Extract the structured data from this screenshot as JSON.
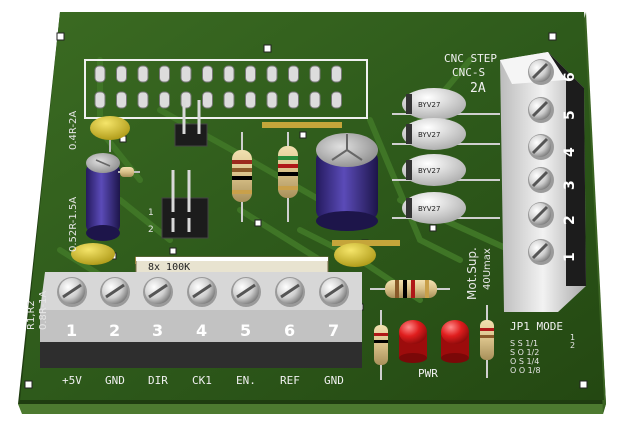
{
  "board": {
    "title_line1": "CNC STEP",
    "title_line2": "CNC-S",
    "current_label": "2A",
    "sense_labels": [
      "0.4R-2A",
      "0.52R-1.5A"
    ],
    "r_labels": [
      "R1,R2",
      "0.8R-1A"
    ],
    "resistor_pack_label": "8x 100K",
    "jumper_pins": [
      "1",
      "2"
    ],
    "motor_supply_label": "Mot.Sup.",
    "motor_voltage_label": "40Umax",
    "pwr_label": "PWR",
    "jp1_title": "JP1 MODE",
    "jp1_header": [
      "1",
      "2"
    ],
    "jp1_rows": [
      {
        "a": "S",
        "b": "S",
        "mode": "1/1"
      },
      {
        "a": "S",
        "b": "O",
        "mode": "1/2"
      },
      {
        "a": "O",
        "b": "S",
        "mode": "1/4"
      },
      {
        "a": "O",
        "b": "O",
        "mode": "1/8"
      }
    ],
    "diode_label": "BYV27"
  },
  "terminal_front": {
    "numbers": [
      "1",
      "2",
      "3",
      "4",
      "5",
      "6",
      "7"
    ],
    "labels": [
      "+5V",
      "GND",
      "DIR",
      "CK1",
      "EN.",
      "REF",
      "GND"
    ]
  },
  "terminal_side": {
    "numbers": [
      "1",
      "2",
      "3",
      "4",
      "5",
      "6"
    ]
  },
  "colors": {
    "pcb": "#2f5a1c",
    "pcb_edge": "#4c7a2e",
    "terminal": "#e2e2e2",
    "capacitor": "#3d2c8a",
    "led": "#d42020",
    "ceramic": "#c8b620"
  }
}
